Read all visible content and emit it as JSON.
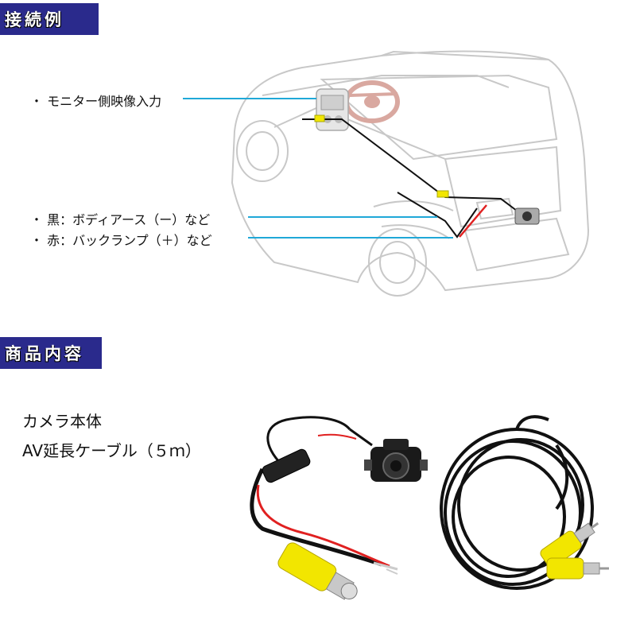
{
  "section_connection": {
    "heading": "接続例",
    "callouts": [
      {
        "label": "・ モニター側映像入力"
      },
      {
        "label": "・ 黒：ボディアース（ー）など"
      },
      {
        "label": "・ 赤：バックランプ（＋）など"
      }
    ]
  },
  "section_contents": {
    "heading": "商品内容",
    "items": [
      {
        "label": "カメラ本体"
      },
      {
        "label": "AV延長ケーブル（５ｍ）"
      }
    ]
  },
  "colors": {
    "heading_bg": "#2a2a8c",
    "callout_line": "#1fa8d8",
    "wire_black": "#111111",
    "wire_red": "#e02020",
    "connector_yellow": "#f2e600"
  }
}
